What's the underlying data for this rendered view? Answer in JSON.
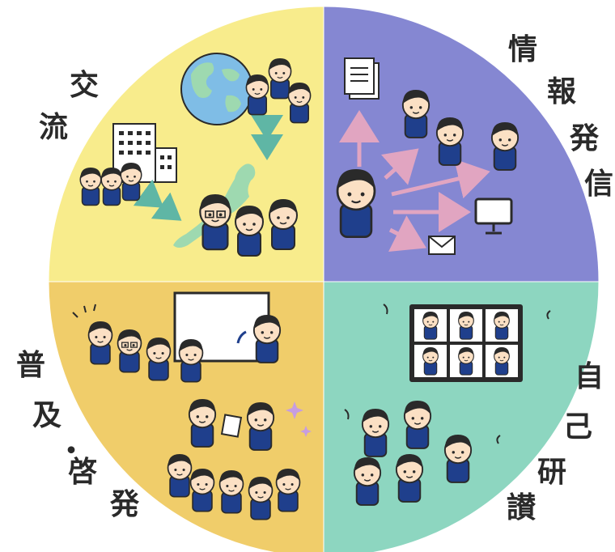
{
  "quadrants": {
    "exchange": {
      "chars": [
        "交",
        "流"
      ],
      "color": "#f8ec8c"
    },
    "info": {
      "chars": [
        "情",
        "報",
        "発",
        "信"
      ],
      "color": "#8587d2"
    },
    "outreach": {
      "chars": [
        "普",
        "及",
        "・",
        "啓",
        "発"
      ],
      "color": "#f0cd6a"
    },
    "selfstudy": {
      "chars": [
        "自",
        "己",
        "研",
        "讃"
      ],
      "color": "#8dd6c0"
    }
  },
  "colors": {
    "outline": "#2a2a2a",
    "uniform": "#1f3f8c",
    "skin": "#fbe0c4",
    "hair": "#2a2a2a",
    "globe_sea": "#7fbde6",
    "globe_land": "#9ed9b0",
    "japan": "#9ed9b0",
    "arrow_pink": "#e1a5c1",
    "arrow_teal": "#5fb6a5",
    "sparkle": "#c69de0"
  }
}
